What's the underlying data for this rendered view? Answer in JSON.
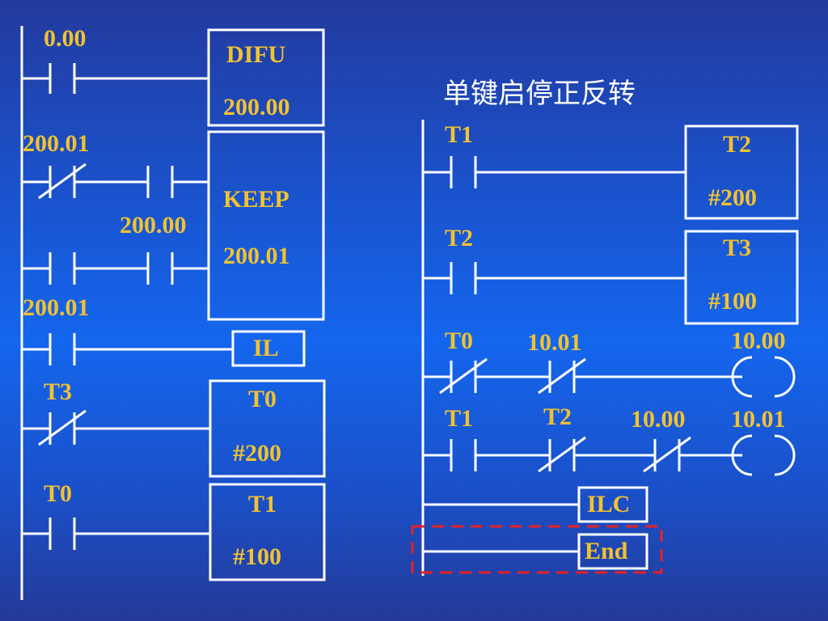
{
  "title": "单键启停正反转",
  "left_ladder": {
    "rung1": {
      "contact": "0.00",
      "instruction": "DIFU",
      "operand": "200.00"
    },
    "rung2": {
      "contact_nc": "200.01",
      "contact_no": "200.00",
      "instruction": "KEEP",
      "operand": "200.01"
    },
    "rung3": {
      "contact": "200.01",
      "instruction": "IL"
    },
    "rung4": {
      "contact_nc": "T3",
      "timer": "T0",
      "preset": "#200"
    },
    "rung5": {
      "contact": "T0",
      "timer": "T1",
      "preset": "#100"
    }
  },
  "right_ladder": {
    "rung1": {
      "contact": "T1",
      "timer": "T2",
      "preset": "#200"
    },
    "rung2": {
      "contact": "T2",
      "timer": "T3",
      "preset": "#100"
    },
    "rung3": {
      "contact1": "T0",
      "contact2": "10.01",
      "coil": "10.00"
    },
    "rung4": {
      "contact1": "T1",
      "contact2": "T2",
      "contact3": "10.00",
      "coil": "10.01"
    },
    "rung5": {
      "instruction": "ILC"
    },
    "rung6": {
      "instruction": "End"
    }
  },
  "colors": {
    "line": "#ffffff",
    "label": "#f2c230",
    "highlight": "#e52222"
  }
}
